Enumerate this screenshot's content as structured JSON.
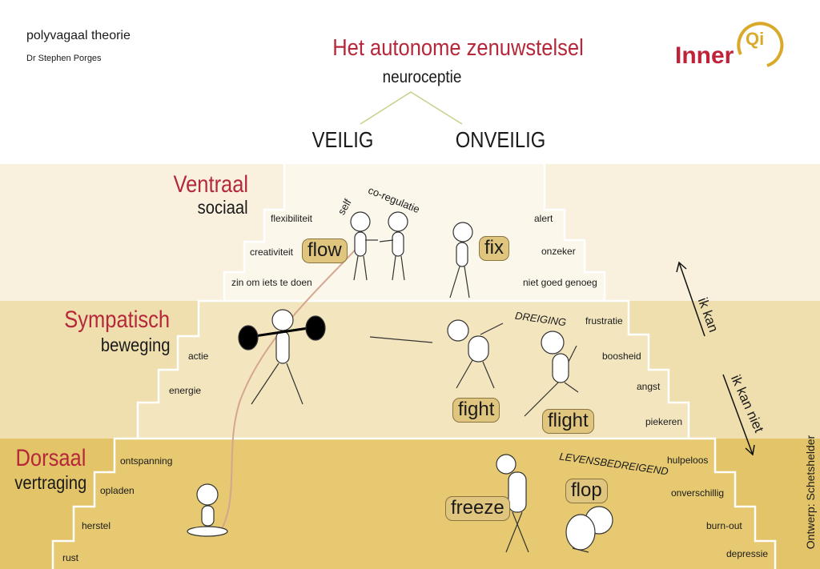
{
  "header": {
    "subtitle": "polyvagaal theorie",
    "author": "Dr Stephen Porges",
    "title": "Het autonome zenuwstelsel",
    "sub_title": "neuroceptie",
    "left_branch": "VEILIG",
    "right_branch": "ONVEILIG",
    "logo_text": "Inner",
    "logo_mark": "Qi"
  },
  "colors": {
    "accent_red": "#b5283a",
    "logo_gold": "#d9a92a",
    "band_ventral": "#f9f1de",
    "band_sympathetic": "#efdfaf",
    "band_dorsal": "#e3c468"
  },
  "ventral": {
    "name": "Ventraal",
    "sub": "sociaal",
    "left_items": [
      "flexibiliteit",
      "creativiteit",
      "zin om iets te doen"
    ],
    "right_items": [
      "alert",
      "onzeker",
      "niet goed genoeg"
    ],
    "badge_left": "flow",
    "badge_right": "fix",
    "label_self": "self",
    "label_coreg": "co-regulatie"
  },
  "sympathetic": {
    "name": "Sympatisch",
    "sub": "beweging",
    "left_items": [
      "actie",
      "energie"
    ],
    "right_items": [
      "frustratie",
      "boosheid",
      "angst",
      "piekeren"
    ],
    "threat_label": "DREIGING",
    "badge_fight": "fight",
    "badge_flight": "flight"
  },
  "dorsal": {
    "name": "Dorsaal",
    "sub": "vertraging",
    "left_items": [
      "ontspanning",
      "opladen",
      "herstel",
      "rust"
    ],
    "right_items": [
      "hulpeloos",
      "onverschillig",
      "burn-out",
      "depressie"
    ],
    "threat_label": "LEVENSBEDREIGEND",
    "badge_freeze": "freeze",
    "badge_flop": "flop"
  },
  "arrows": {
    "up_label": "ik kan",
    "down_label": "ik kan niet"
  },
  "credit": "Ontwerp: Schetshelder"
}
